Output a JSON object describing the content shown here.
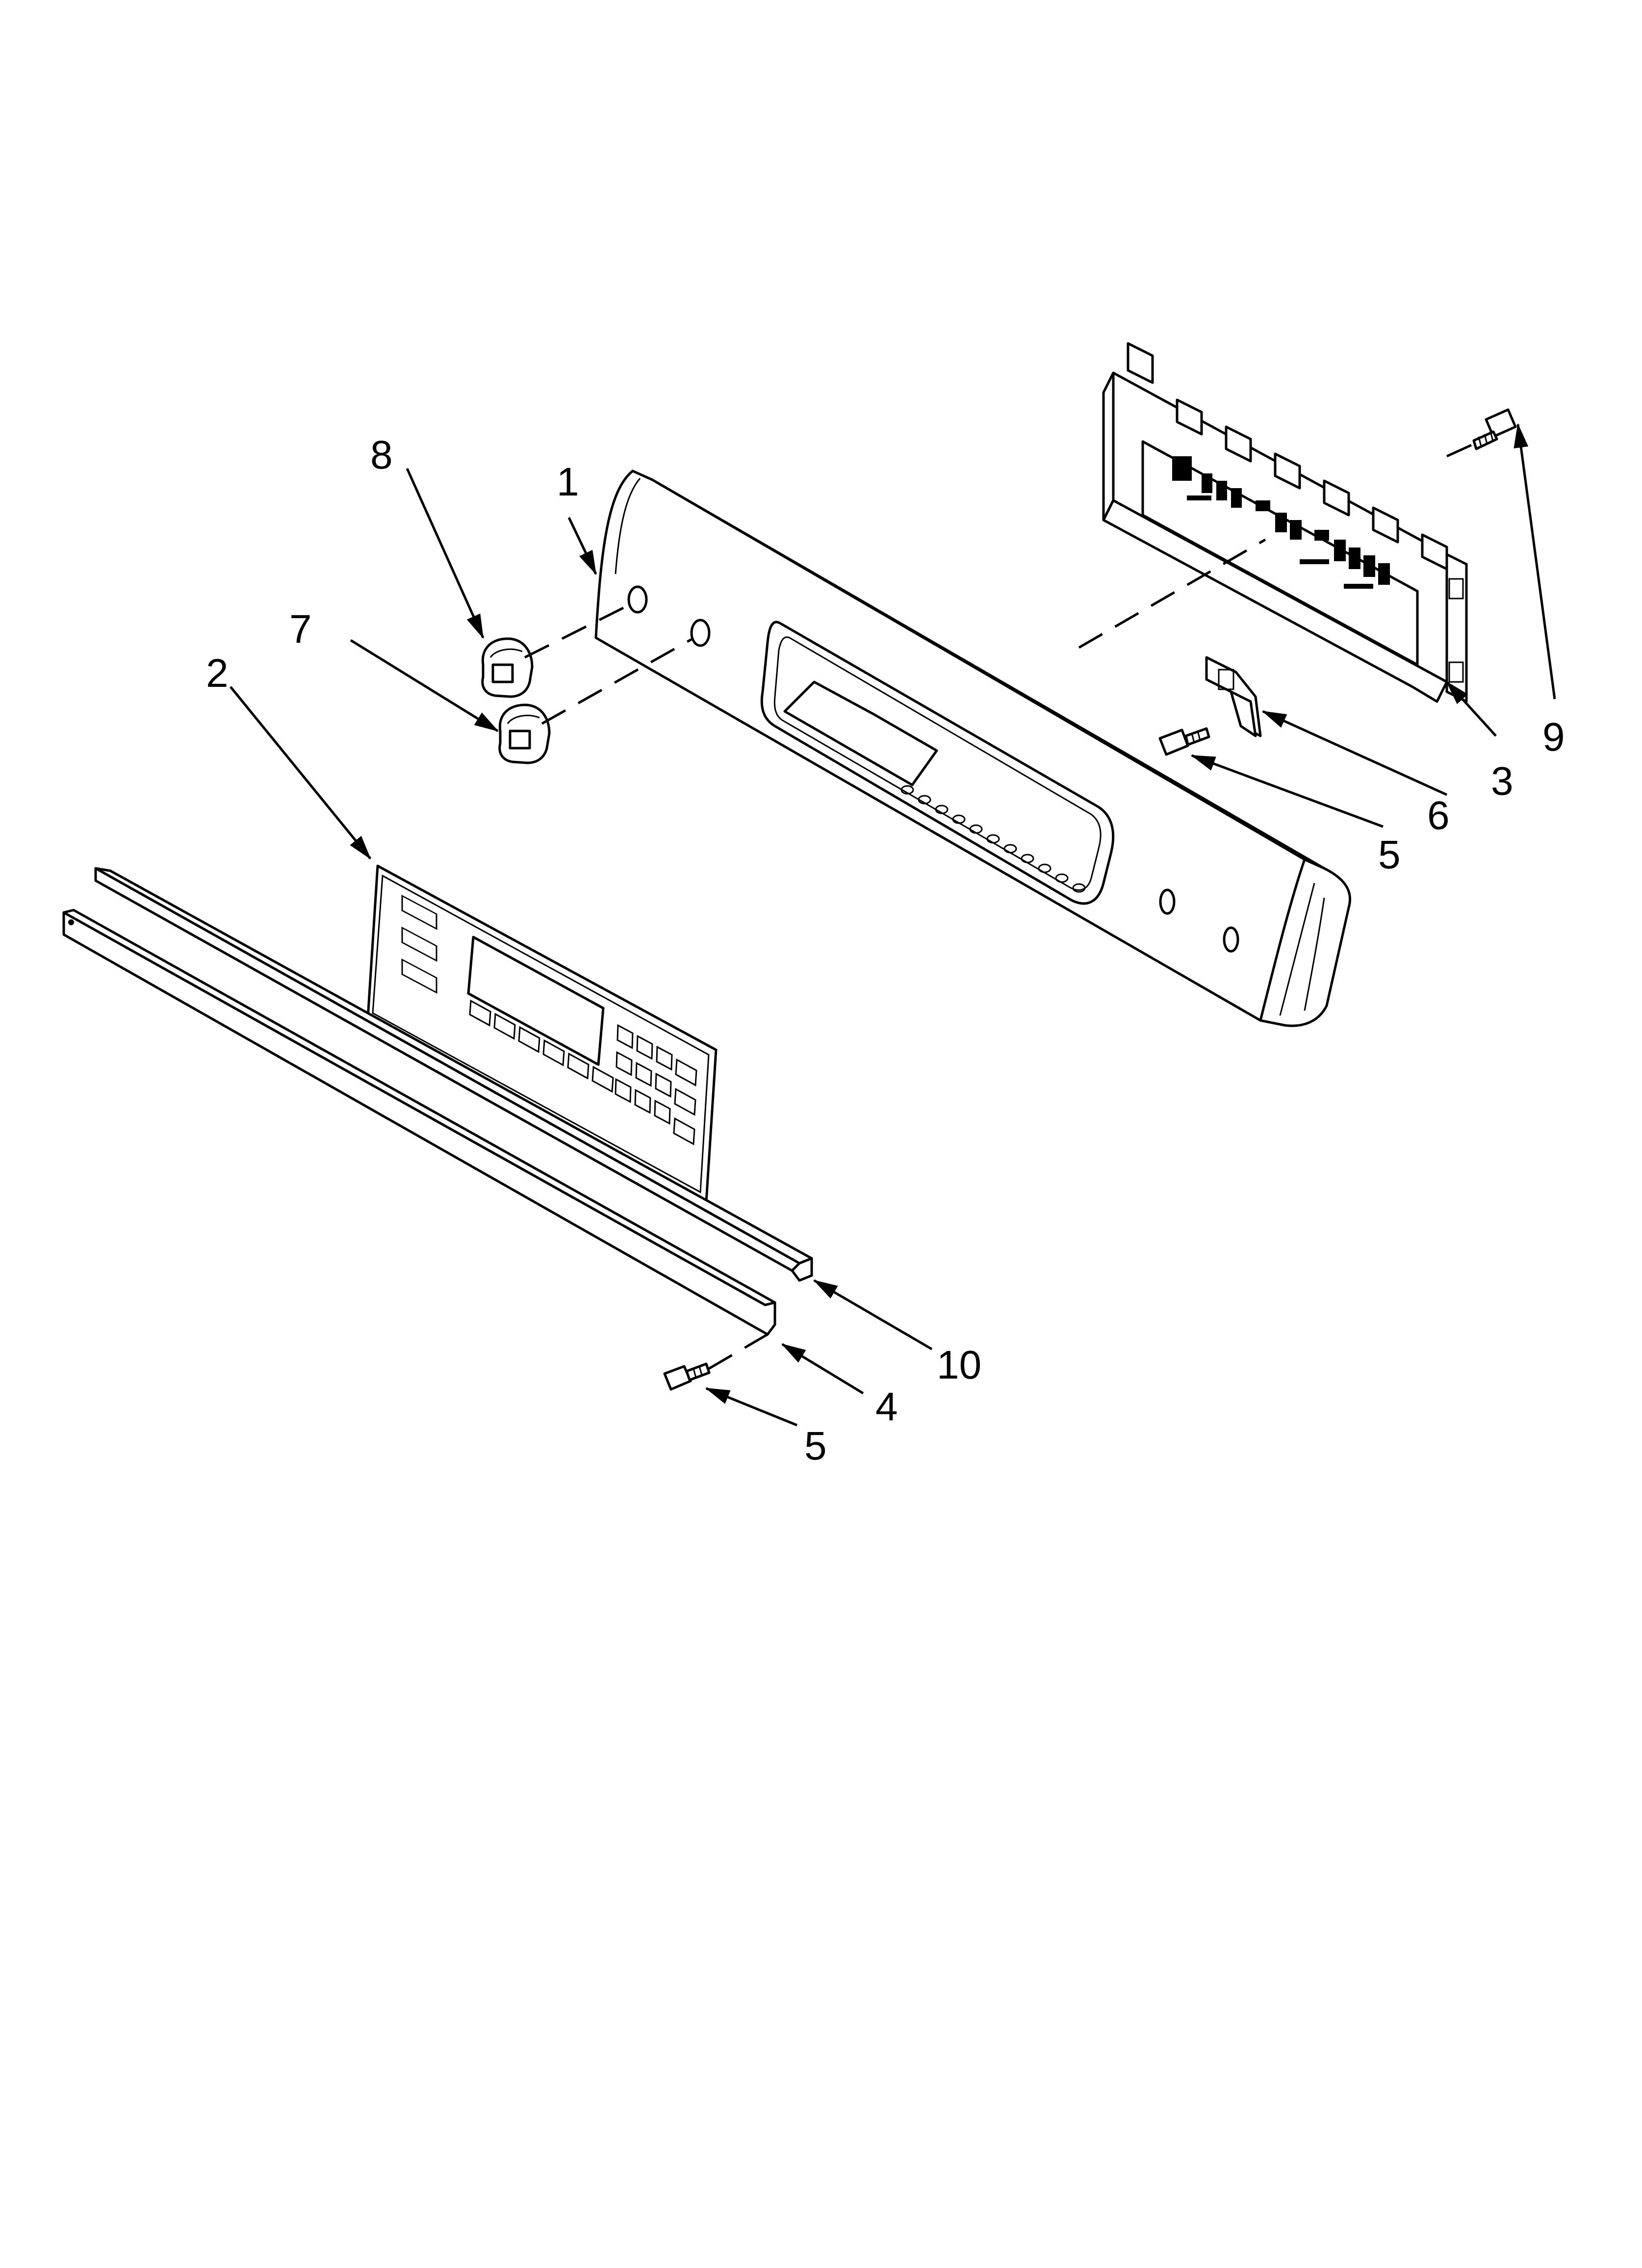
{
  "diagram": {
    "colors": {
      "line": "#000000",
      "background": "#ffffff"
    },
    "callouts": [
      {
        "id": "c1",
        "label": "1"
      },
      {
        "id": "c2",
        "label": "2"
      },
      {
        "id": "c3",
        "label": "3"
      },
      {
        "id": "c4",
        "label": "4"
      },
      {
        "id": "c5a",
        "label": "5"
      },
      {
        "id": "c5b",
        "label": "5"
      },
      {
        "id": "c6",
        "label": "6"
      },
      {
        "id": "c7",
        "label": "7"
      },
      {
        "id": "c8",
        "label": "8"
      },
      {
        "id": "c9",
        "label": "9"
      },
      {
        "id": "c10",
        "label": "10"
      }
    ]
  }
}
